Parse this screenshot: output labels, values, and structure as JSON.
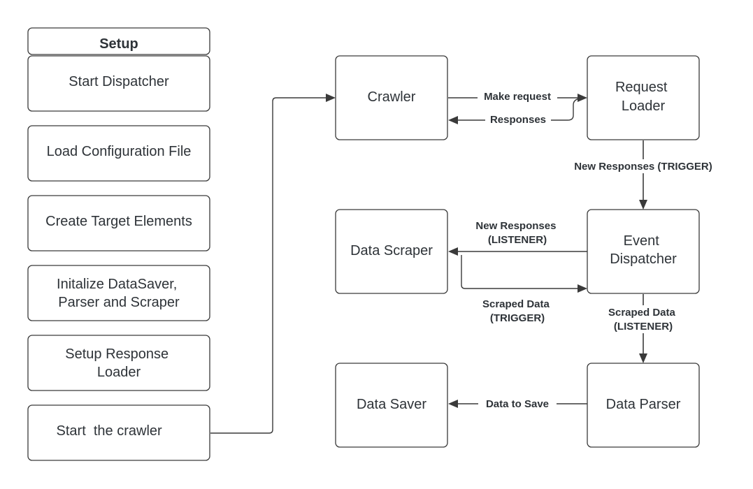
{
  "setup": {
    "title": "Setup",
    "steps": [
      {
        "id": "start-dispatcher",
        "lines": [
          "Start Dispatcher"
        ]
      },
      {
        "id": "load-configuration-file",
        "lines": [
          "Load Configuration File"
        ]
      },
      {
        "id": "create-target-elements",
        "lines": [
          "Create Target Elements"
        ]
      },
      {
        "id": "initialize-components",
        "lines": [
          "Initalize DataSaver,",
          "Parser and Scraper"
        ]
      },
      {
        "id": "setup-response-loader",
        "lines": [
          "Setup Response",
          "Loader"
        ]
      },
      {
        "id": "start-the-crawler",
        "lines": [
          "Start  the crawler"
        ]
      }
    ]
  },
  "nodes": {
    "crawler": {
      "lines": [
        "Crawler"
      ]
    },
    "request_loader": {
      "lines": [
        "Request",
        "Loader"
      ]
    },
    "data_scraper": {
      "lines": [
        "Data Scraper"
      ]
    },
    "event_dispatcher": {
      "lines": [
        "Event",
        "Dispatcher"
      ]
    },
    "data_saver": {
      "lines": [
        "Data Saver"
      ]
    },
    "data_parser": {
      "lines": [
        "Data Parser"
      ]
    }
  },
  "edges": {
    "make_request": {
      "lines": [
        "Make request"
      ]
    },
    "responses": {
      "lines": [
        "Responses"
      ]
    },
    "new_responses_trigger": {
      "lines": [
        "New Responses (TRIGGER)"
      ]
    },
    "new_responses_listener": {
      "lines": [
        "New Responses",
        "(LISTENER)"
      ]
    },
    "scraped_data_trigger": {
      "lines": [
        "Scraped Data",
        "(TRIGGER)"
      ]
    },
    "scraped_data_listener": {
      "lines": [
        "Scraped Data",
        "(LISTENER)"
      ]
    },
    "data_to_save": {
      "lines": [
        "Data to Save"
      ]
    }
  }
}
